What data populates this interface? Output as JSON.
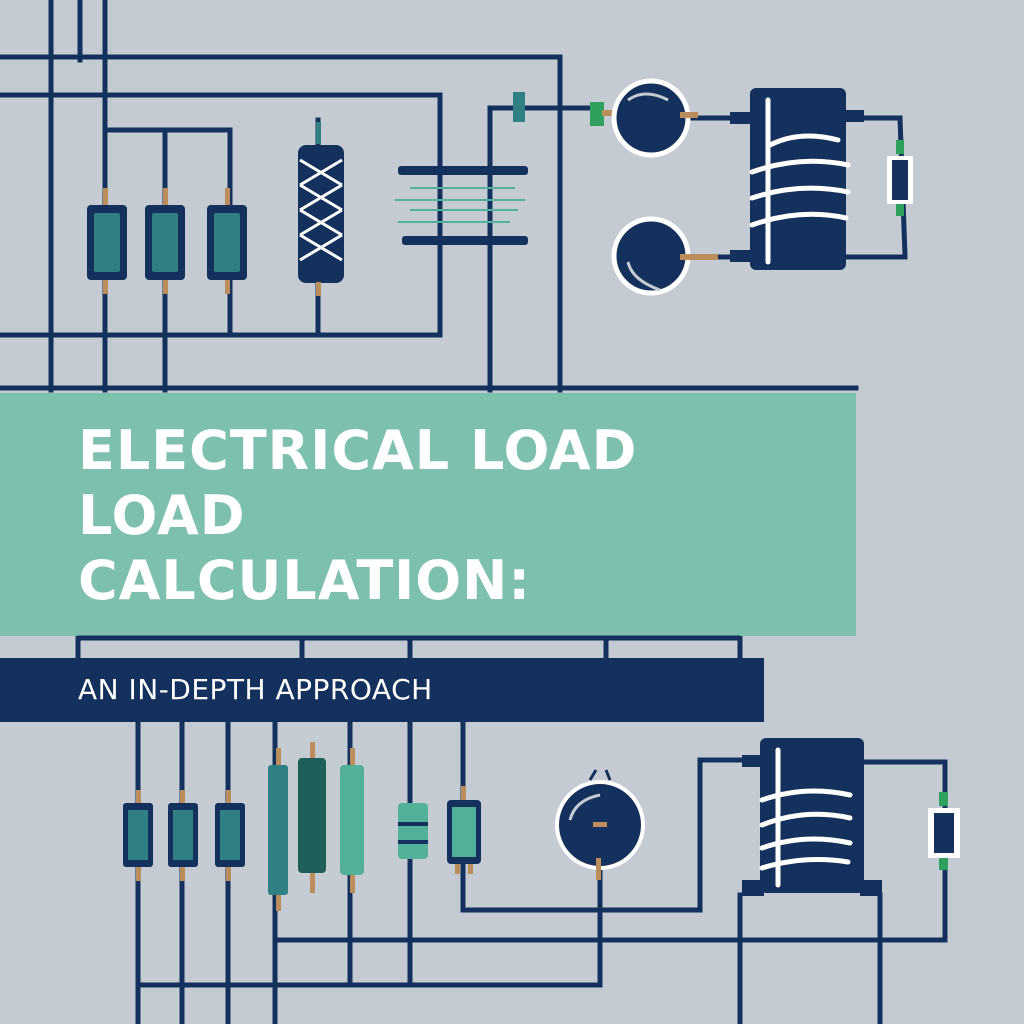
{
  "poster": {
    "title_lines": [
      "ELECTRICAL LOAD",
      "LOAD",
      "CALCULATION:"
    ],
    "subtitle": "AN IN-DEPTH APPROACH"
  },
  "colors": {
    "background": "#c5cbd3",
    "wire_navy": "#14305c",
    "teal": "#2f7f83",
    "teal_light": "#52b198",
    "mint_band": "#7dc0ad",
    "copper": "#bc8d5c",
    "green_accent": "#2fa05d",
    "text_white": "#ffffff"
  },
  "components": [
    {
      "name": "resistor",
      "count": 3,
      "group": "top-left"
    },
    {
      "name": "inductor-coil",
      "count": 1,
      "group": "top-left"
    },
    {
      "name": "capacitor",
      "count": 1,
      "group": "top-center"
    },
    {
      "name": "motor-lamp",
      "count": 2,
      "group": "top-right"
    },
    {
      "name": "transformer",
      "count": 1,
      "group": "top-right"
    },
    {
      "name": "diode",
      "count": 1,
      "group": "top-right"
    },
    {
      "name": "resistor",
      "count": 3,
      "group": "bottom-left"
    },
    {
      "name": "capacitor",
      "count": 3,
      "group": "bottom-center"
    },
    {
      "name": "resistor",
      "count": 2,
      "group": "bottom-center"
    },
    {
      "name": "motor-lamp",
      "count": 1,
      "group": "bottom-right"
    },
    {
      "name": "transformer",
      "count": 1,
      "group": "bottom-right"
    },
    {
      "name": "diode",
      "count": 1,
      "group": "bottom-right"
    }
  ]
}
